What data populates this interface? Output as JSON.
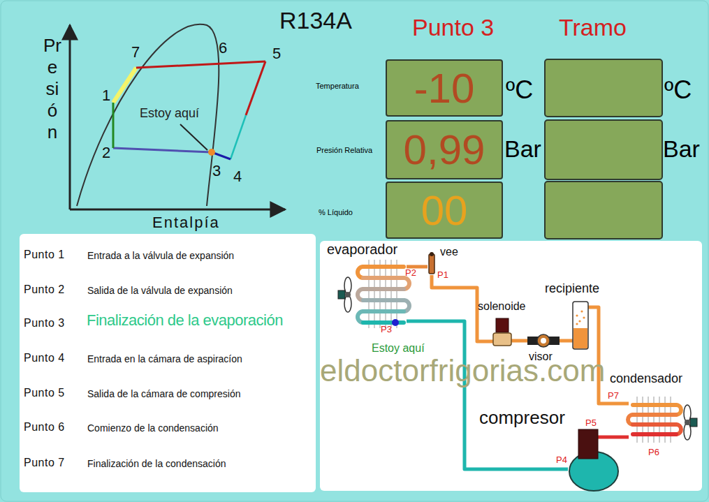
{
  "diagram": {
    "title": "R134A",
    "nodes": [
      {
        "text": [
          "-10"
        ]
      },
      {
        "text": [
          "0,99"
        ]
      },
      {
        "text": [
          "00"
        ]
      },
      {
        "text": [
          "evaporador"
        ]
      },
      {
        "text": [
          "vee"
        ]
      },
      {
        "text": [
          "solenoide"
        ]
      },
      {
        "text": [
          "recipiente"
        ]
      },
      {
        "text": [
          "visor"
        ]
      },
      {
        "text": [
          "condensador"
        ]
      },
      {
        "text": [
          "compresor"
        ]
      }
    ],
    "edges": [
      {
        "from": 4,
        "to": 3,
        "arrow": "none"
      },
      {
        "from": 5,
        "to": 4,
        "arrow": "none"
      },
      {
        "from": 7,
        "to": 5,
        "arrow": "none"
      },
      {
        "from": 6,
        "to": 7,
        "arrow": "none"
      },
      {
        "from": 8,
        "to": 6,
        "arrow": "none"
      },
      {
        "from": 9,
        "to": 8,
        "arrow": "none"
      },
      {
        "from": 3,
        "to": 9,
        "arrow": "none"
      }
    ],
    "labels": [
      "Punto 3",
      "Tramo",
      "ºC",
      "Bar",
      "ºC",
      "Bar",
      "Temperatura",
      "Presión Relativa",
      "% Líquido",
      "Presión",
      "Entalpía",
      "7",
      "6",
      "5",
      "1",
      "2",
      "3",
      "4",
      "Estoy aquí",
      "Punto 1",
      "Entrada a la válvula de expansión",
      "Punto 2",
      "Salida de la válvula de expansión",
      "Punto 3",
      "Finalización de la evaporación",
      "Punto 4",
      "Entrada en la cámara de aspiracíon",
      "Punto 5",
      "Salida de la cámara de compresión",
      "Punto 6",
      "Comienzo de la condensación",
      "Punto 7",
      "Finalización de la condensación",
      "eldoctorfrigorias.com",
      "P1",
      "P2",
      "P3",
      "P4",
      "P5",
      "P6",
      "P7",
      "Estoy aquí"
    ]
  }
}
